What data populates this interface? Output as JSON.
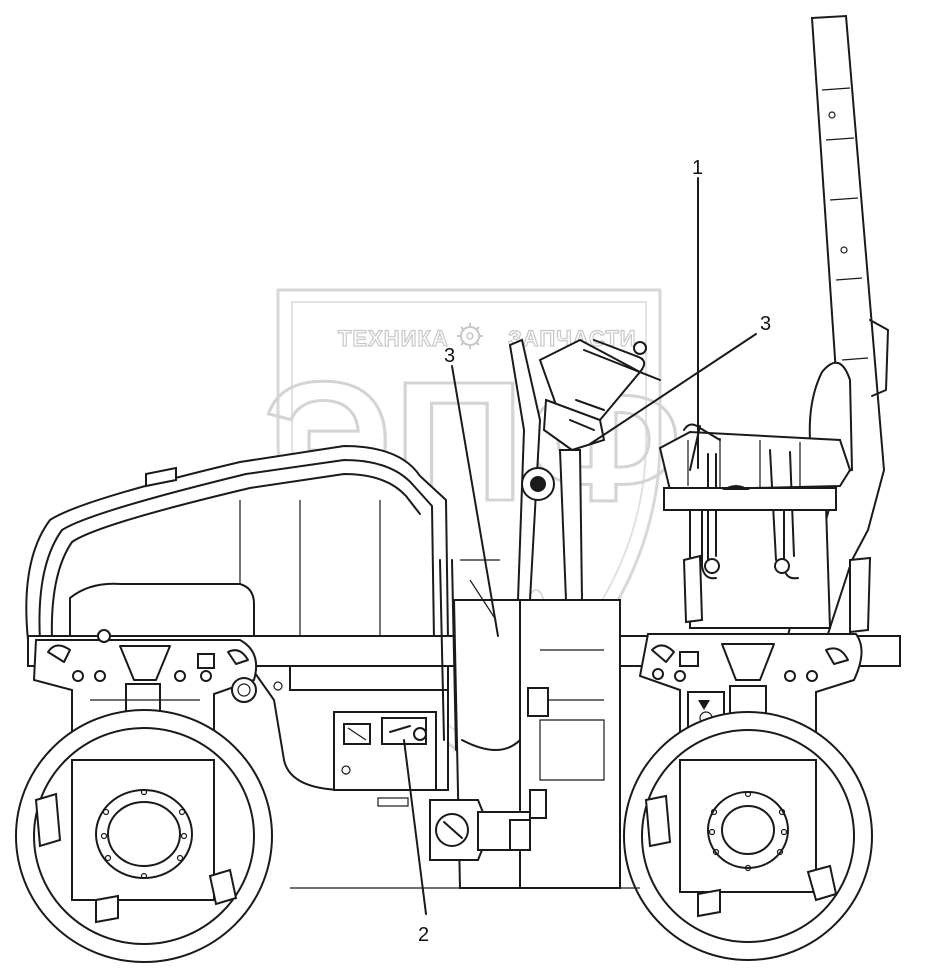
{
  "watermark": {
    "brand_left": "ТЕХНИКА",
    "brand_right": "ЗАПЧАСТИ",
    "monogram": "ЭПФ",
    "gear_icon": "gear-icon"
  },
  "callouts": [
    {
      "id": "1",
      "label": "1"
    },
    {
      "id": "2",
      "label": "2"
    },
    {
      "id": "3a",
      "label": "3"
    },
    {
      "id": "3b",
      "label": "3"
    }
  ],
  "colors": {
    "line": "#1a1a1a",
    "watermark": "#c8c8c8",
    "background": "#ffffff"
  }
}
